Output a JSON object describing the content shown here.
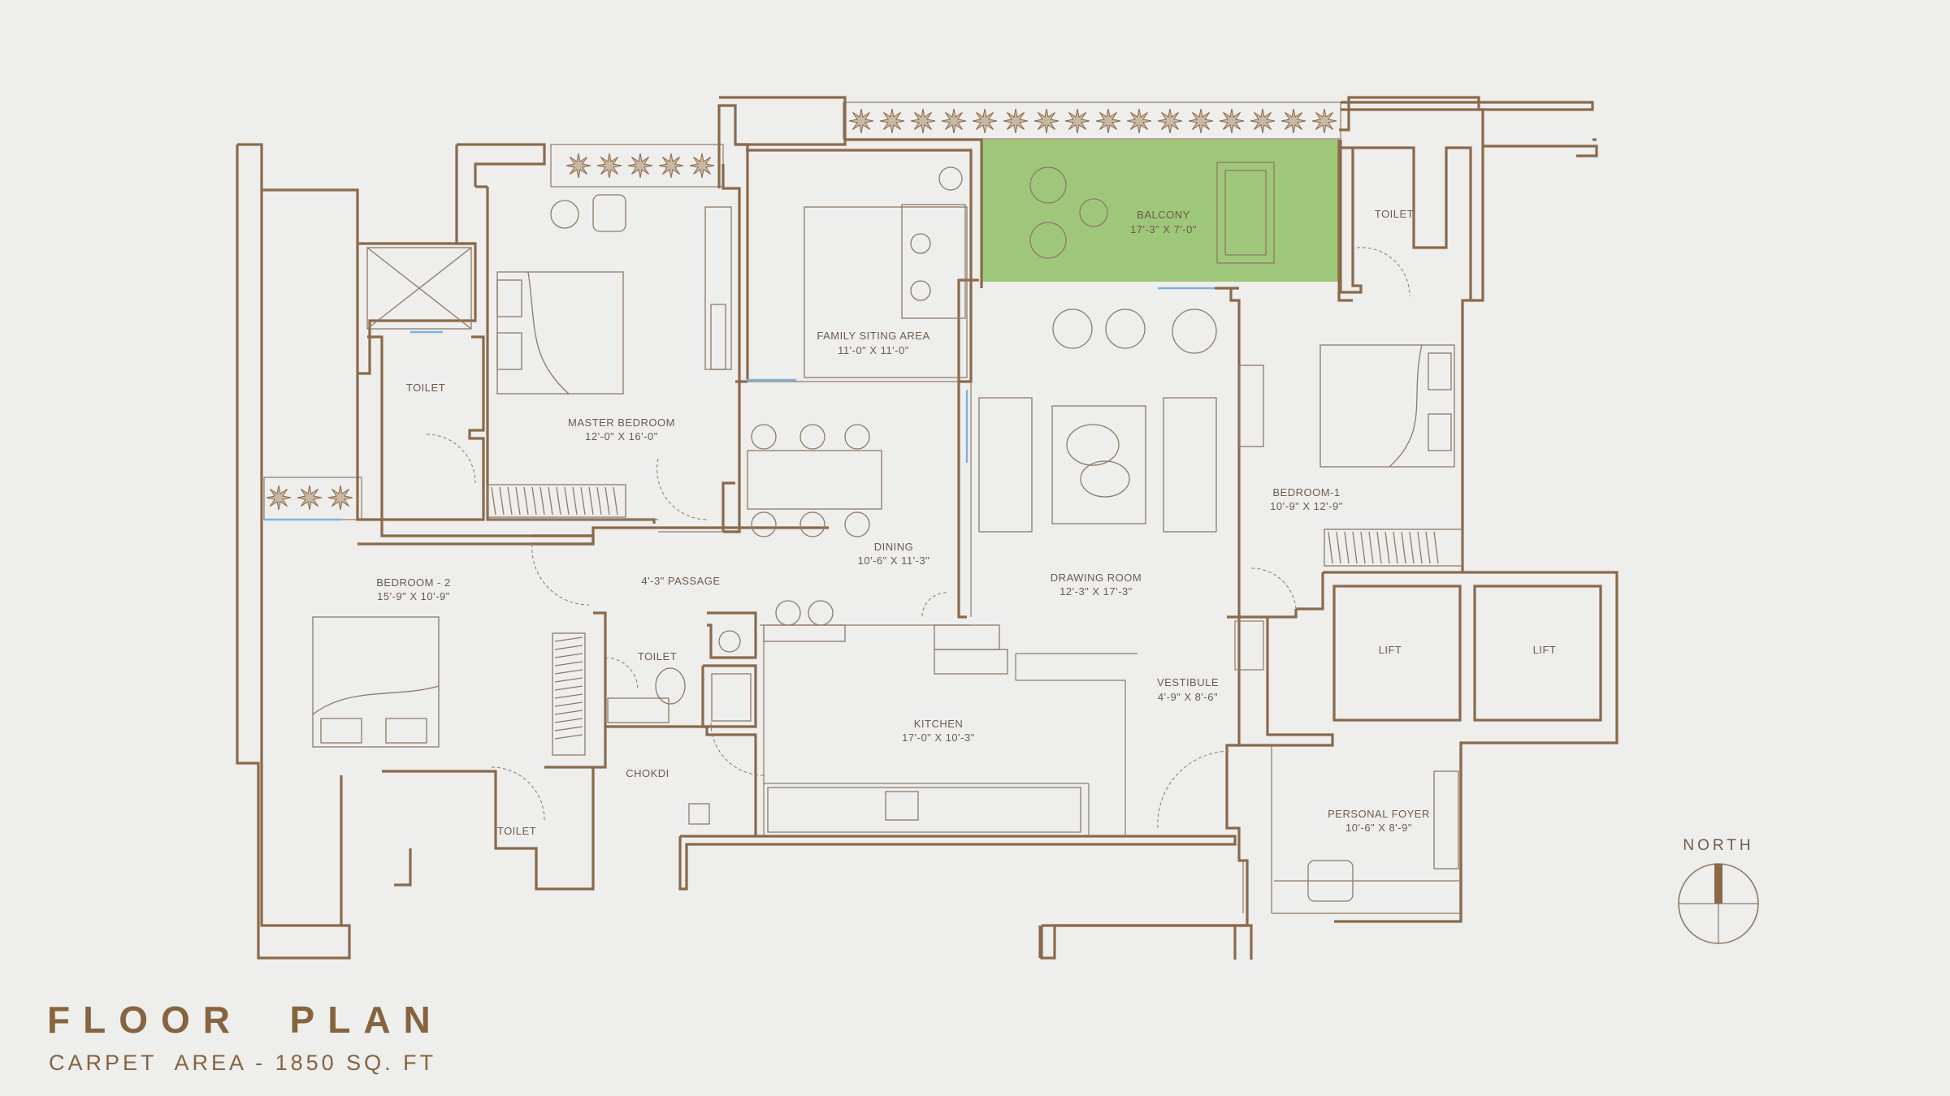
{
  "title": "FLOOR  PLAN",
  "subtitle": "CARPET  AREA - 1850 SQ. FT",
  "compass_label": "NORTH",
  "colors": {
    "wall": "#8a6a4a",
    "balcony_fill": "#9ec77a",
    "glass": "#7fb2dd",
    "background": "#eeeeed"
  },
  "rooms": {
    "balcony": {
      "name": "BALCONY",
      "size": "17'-3\" X 7'-0\""
    },
    "family": {
      "name": "FAMILY SITING AREA",
      "size": "11'-0\" X 11'-0\""
    },
    "master": {
      "name": "MASTER  BEDROOM",
      "size": "12'-0\" X 16'-0\""
    },
    "toilet_master": {
      "name": "TOILET"
    },
    "toilet_b1": {
      "name": "TOILET"
    },
    "bedroom1": {
      "name": "BEDROOM-1",
      "size": "10'-9\" X 12'-9\""
    },
    "drawing": {
      "name": "DRAWING ROOM",
      "size": "12'-3\" X 17'-3\""
    },
    "dining": {
      "name": "DINING",
      "size": "10'-6\" X 11'-3\""
    },
    "passage": {
      "name": "4'-3\" PASSAGE"
    },
    "bedroom2": {
      "name": "BEDROOM - 2",
      "size": "15'-9\" X 10'-9\""
    },
    "toilet_mid": {
      "name": "TOILET"
    },
    "kitchen": {
      "name": "KITCHEN",
      "size": "17'-0\" X 10'-3\""
    },
    "chokdi": {
      "name": "CHOKDI"
    },
    "toilet_b2": {
      "name": "TOILET"
    },
    "vestibule": {
      "name": "VESTIBULE",
      "size": "4'-9\" X 8'-6\""
    },
    "lift1": {
      "name": "LIFT"
    },
    "lift2": {
      "name": "LIFT"
    },
    "foyer": {
      "name": "PERSONAL  FOYER",
      "size": "10'-6\" X 8'-9\""
    }
  }
}
